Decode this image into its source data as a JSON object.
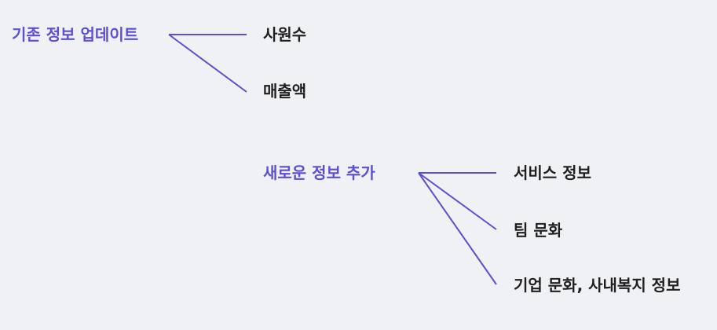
{
  "accent_color": "#5b4fd6",
  "groups": [
    {
      "label": "기존 정보 업데이트",
      "children": [
        "사원수",
        "매출액"
      ]
    },
    {
      "label": "새로운 정보 추가",
      "children": [
        "서비스 정보",
        "팀 문화",
        "기업 문화, 사내복지 정보"
      ]
    }
  ]
}
